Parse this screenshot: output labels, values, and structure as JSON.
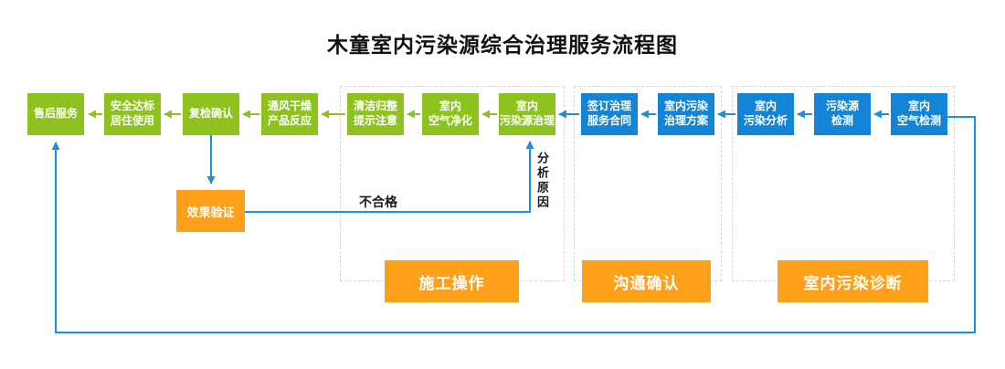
{
  "title": "木童室内污染源综合治理服务流程图",
  "colors": {
    "green": "#8dc21f",
    "blue": "#1484d6",
    "orange": "#ffa01b",
    "line_blue": "#1e8fe0"
  },
  "flow_boxes": [
    {
      "label": "售后服务",
      "color": "green"
    },
    {
      "label": "安全达标\n居住使用",
      "color": "green"
    },
    {
      "label": "复检确认",
      "color": "green"
    },
    {
      "label": "通风干燥\n产品反应",
      "color": "green"
    },
    {
      "label": "清洁归整\n提示注意",
      "color": "green"
    },
    {
      "label": "室内\n空气净化",
      "color": "green"
    },
    {
      "label": "室内\n污染源治理",
      "color": "green"
    },
    {
      "label": "签订治理\n服务合同",
      "color": "blue"
    },
    {
      "label": "室内污染\n治理方案",
      "color": "blue"
    },
    {
      "label": "室内\n污染分析",
      "color": "blue"
    },
    {
      "label": "污染源\n检测",
      "color": "blue"
    },
    {
      "label": "室内\n空气检测",
      "color": "blue"
    }
  ],
  "verify_box": {
    "label": "效果验证"
  },
  "group_labels": [
    {
      "label": "施工操作"
    },
    {
      "label": "沟通确认"
    },
    {
      "label": "室内污染诊断"
    }
  ],
  "edge_labels": {
    "fail": "不合格",
    "analyze_reason": "分析原因"
  }
}
